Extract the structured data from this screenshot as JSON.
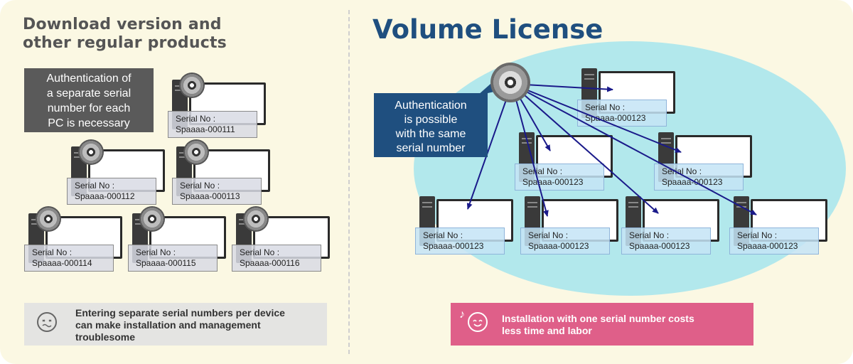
{
  "left": {
    "title_lines": [
      "Download version and",
      "other regular products"
    ],
    "callout_lines": [
      "Authentication of",
      "a separate serial",
      "number for each",
      "PC is necessary"
    ],
    "badges": [
      {
        "label": "Serial No :",
        "value": "Spaaaa-000111"
      },
      {
        "label": "Serial No :",
        "value": "Spaaaa-000112"
      },
      {
        "label": "Serial No :",
        "value": "Spaaaa-000113"
      },
      {
        "label": "Serial No :",
        "value": "Spaaaa-000114"
      },
      {
        "label": "Serial No :",
        "value": "Spaaaa-000115"
      },
      {
        "label": "Serial No :",
        "value": "Spaaaa-000116"
      }
    ],
    "note_lines": [
      "Entering separate serial numbers per device",
      "can make installation and management",
      "troublesome"
    ]
  },
  "right": {
    "title": "Volume License",
    "callout_lines": [
      "Authentication",
      "is possible",
      "with the same",
      "serial number"
    ],
    "badges": [
      {
        "label": "Serial No :",
        "value": "Spaaaa-000123"
      },
      {
        "label": "Serial No :",
        "value": "Spaaaa-000123"
      },
      {
        "label": "Serial No :",
        "value": "Spaaaa-000123"
      },
      {
        "label": "Serial No :",
        "value": "Spaaaa-000123"
      },
      {
        "label": "Serial No :",
        "value": "Spaaaa-000123"
      },
      {
        "label": "Serial No :",
        "value": "Spaaaa-000123"
      },
      {
        "label": "Serial No :",
        "value": "Spaaaa-000123"
      }
    ],
    "note_lines": [
      "Installation with one serial number costs",
      "less time and labor"
    ]
  },
  "icons": {
    "disc": "cd-disc-icon",
    "tower": "pc-tower-icon",
    "monitor": "monitor-icon",
    "troubled_face": "troubled-face-icon",
    "happy_face": "smiling-face-icon",
    "music_note": "music-note-icon"
  },
  "colors": {
    "volume_title": "#1f4f7f",
    "ellipse": "#b2e8ec",
    "arrow": "#1a1a8a",
    "pink_note": "#df5f89",
    "dark_callout": "#5a5a5a"
  }
}
